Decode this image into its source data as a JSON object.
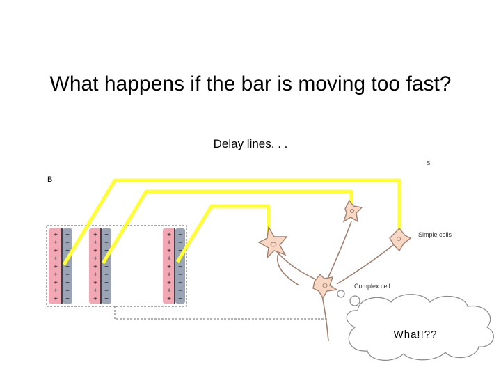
{
  "slide": {
    "title": "What happens if the bar is moving too fast?",
    "subtitle": "Delay lines. . ."
  },
  "figure": {
    "panel_label": "B",
    "corner_label": "S",
    "simple_cells_label": "Simple cells",
    "complex_cell_label": "Complex cell",
    "plus_sign": "+",
    "minus_sign": "−"
  },
  "thought_bubble": {
    "text": "Wha!!??"
  },
  "colors": {
    "delay_line": "#ffff33",
    "on_region": "#f2a8b4",
    "off_region": "#9aa4b4",
    "neuron_fill": "#f8d8c4",
    "neuron_stroke": "#a08070"
  }
}
